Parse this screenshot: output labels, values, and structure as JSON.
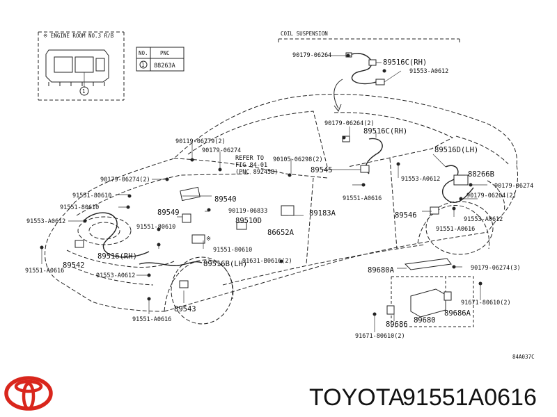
{
  "insets": {
    "engine_room_title": "※ ENGINE ROOM NO.3 R/B",
    "coil_suspension_title": "COIL SUSPENSION",
    "table_header_no": "NO.",
    "table_header_pnc": "PNC",
    "table_row_no": "1",
    "table_row_pnc": "88263A",
    "engine_callout": "1"
  },
  "labels": {
    "l01": "90179-06264",
    "l02": "89516C(RH)",
    "l03": "91553-A0612",
    "l04": "90179-06264(2)",
    "l05": "89516C(RH)",
    "l06": "89516D(LH)",
    "l07": "90119-06779(2)",
    "l08": "90179-06274",
    "l09": "REFER TO",
    "l10": "FIG 84-01",
    "l11": "(PNC 89245B)",
    "l12": "90105-06298(2)",
    "l13": "89545",
    "l14": "88266B",
    "l15": "90179-06274(2)",
    "l16": "91553-A0612",
    "l17": "90179-06274",
    "l18": "91551-80610",
    "l19": "89540",
    "l20": "91551-A0616",
    "l21": "90179-06264(2)",
    "l22": "91551-80610",
    "l23": "89549",
    "l24": "90119-06833",
    "l25": "89183A",
    "l26": "89546",
    "l27": "91553-A0612",
    "l28": "91553-A0612",
    "l29": "91551-80610",
    "l30": "89510D",
    "l31": "91551-A0616",
    "l32": "86652A",
    "l33": "91551-80610",
    "l34": "91551-A0616",
    "l35": "89516(RH)",
    "l36": "91631-B0616(2)",
    "l37": "89542",
    "l38": "89516B(LH)",
    "l39": "89680A",
    "l40": "90179-06274(3)",
    "l41": "91553-A0612",
    "l42": "91671-80610(2)",
    "l43": "89543",
    "l44": "89686A",
    "l45": "91551-A0616",
    "l46": "89686",
    "l47": "89680",
    "l48": "91671-80610(2)",
    "l49": "※",
    "code": "84A037C"
  },
  "caption": {
    "brand": "TOYOTA",
    "part_number": "91551A0616"
  }
}
